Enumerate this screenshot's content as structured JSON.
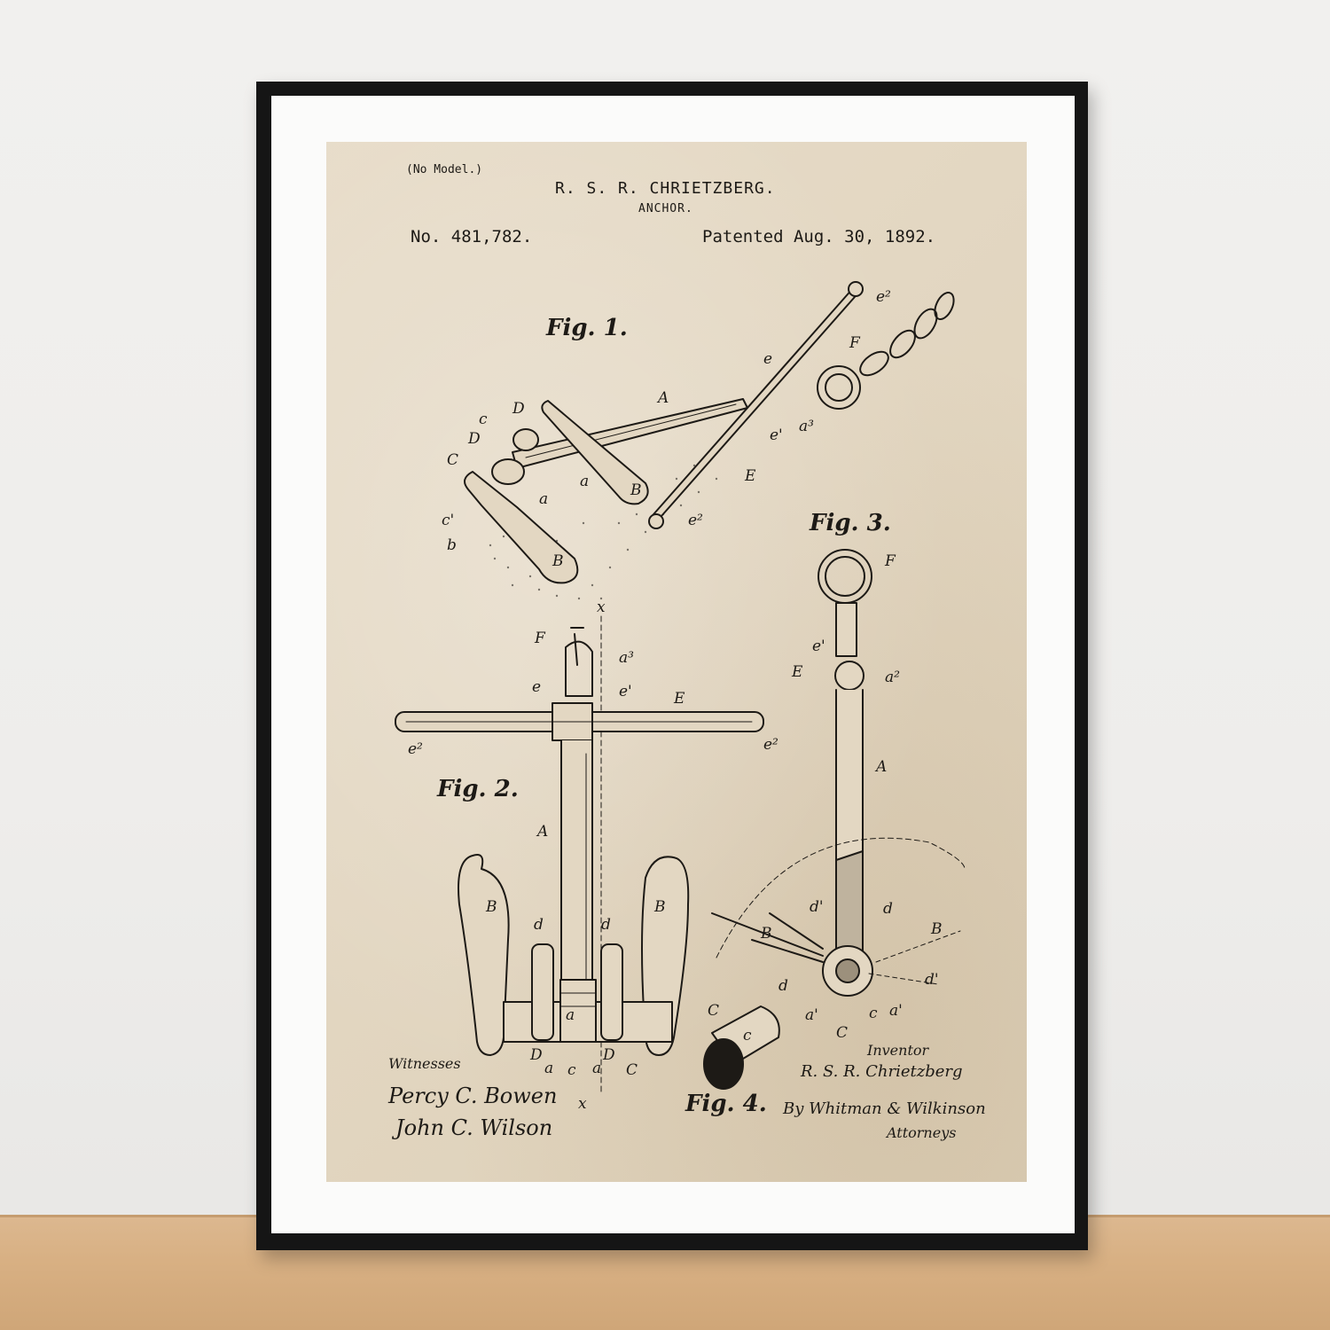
{
  "header": {
    "no_model": "(No Model.)",
    "inventor_name": "R. S. R. CHRIETZBERG.",
    "title": "ANCHOR.",
    "patent_number": "No. 481,782.",
    "patent_date": "Patented Aug. 30, 1892."
  },
  "figures": {
    "fig1": "Fig. 1.",
    "fig2": "Fig. 2.",
    "fig3": "Fig. 3.",
    "fig4": "Fig. 4."
  },
  "footer": {
    "witnesses_label": "Witnesses",
    "witness_1": "Percy C. Bowen",
    "witness_2": "John C. Wilson",
    "inventor_label": "Inventor",
    "inventor_signature": "R. S. R. Chrietzberg",
    "attorneys_by": "By Whitman & Wilkinson",
    "attorneys_label": "Attorneys"
  },
  "colors": {
    "ink": "#1d1a16",
    "paper": "#e3d7c2",
    "frame": "#151515",
    "mat": "#fbfbfa",
    "wall": "#efeeec",
    "shelf": "#d8b083"
  }
}
